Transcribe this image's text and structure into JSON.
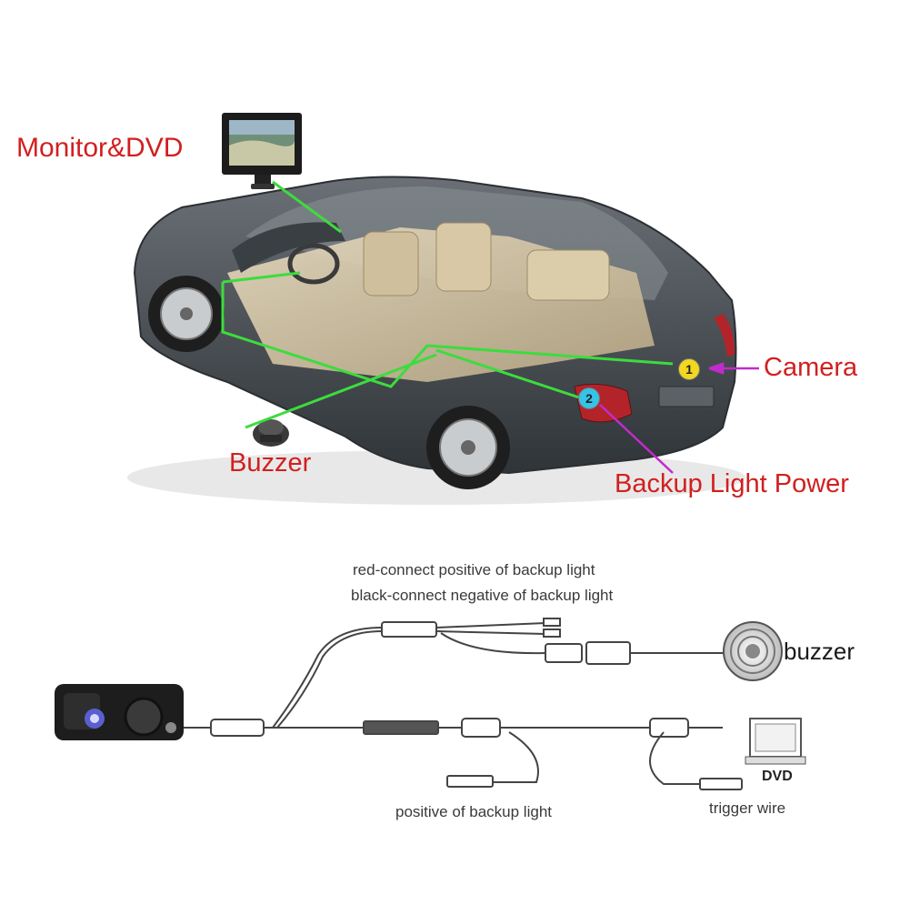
{
  "labels": {
    "monitor": "Monitor&DVD",
    "camera": "Camera",
    "buzzer_top": "Buzzer",
    "backup_power": "Backup Light Power",
    "red_connect": "red-connect positive of backup light",
    "black_connect": "black-connect negative of backup light",
    "buzzer_bottom": "buzzer",
    "positive": "positive of backup light",
    "trigger": "trigger wire",
    "dvd": "DVD",
    "marker_1": "1",
    "marker_2": "2"
  },
  "colors": {
    "label_red": "#d21f1f",
    "wire_green": "#3ddc3d",
    "pointer_magenta": "#c02ccc",
    "marker_1": "#f2d81e",
    "marker_2": "#36c3e8",
    "car_body": "#4c5257"
  }
}
